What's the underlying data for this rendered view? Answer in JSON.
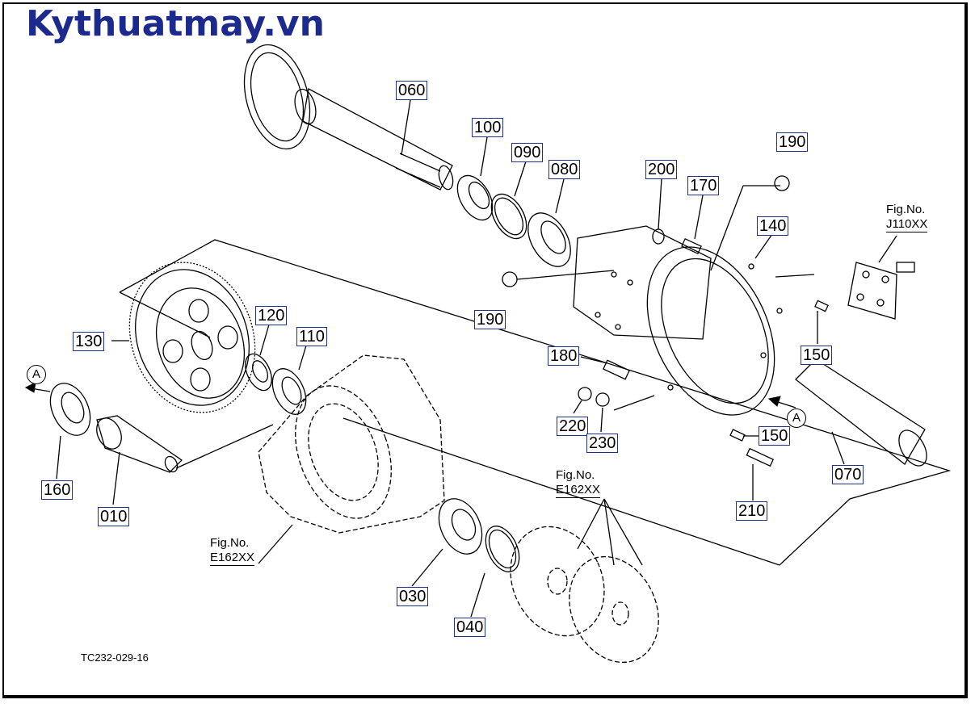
{
  "brand": "Kythuatmay.vn",
  "drawing_number": "TC232-029-16",
  "parts": [
    {
      "id": "060",
      "label": "060"
    },
    {
      "id": "100",
      "label": "100"
    },
    {
      "id": "090",
      "label": "090"
    },
    {
      "id": "080",
      "label": "080"
    },
    {
      "id": "200",
      "label": "200"
    },
    {
      "id": "190a",
      "label": "190"
    },
    {
      "id": "170",
      "label": "170"
    },
    {
      "id": "140",
      "label": "140"
    },
    {
      "id": "190b",
      "label": "190"
    },
    {
      "id": "120",
      "label": "120"
    },
    {
      "id": "110",
      "label": "110"
    },
    {
      "id": "130",
      "label": "130"
    },
    {
      "id": "180",
      "label": "180"
    },
    {
      "id": "150a",
      "label": "150"
    },
    {
      "id": "220",
      "label": "220"
    },
    {
      "id": "230",
      "label": "230"
    },
    {
      "id": "150b",
      "label": "150"
    },
    {
      "id": "070",
      "label": "070"
    },
    {
      "id": "210",
      "label": "210"
    },
    {
      "id": "160",
      "label": "160"
    },
    {
      "id": "010",
      "label": "010"
    },
    {
      "id": "030",
      "label": "030"
    },
    {
      "id": "040",
      "label": "040"
    }
  ],
  "figure_refs": [
    {
      "id": "j110",
      "line1": "Fig.No.",
      "line2": "J110XX"
    },
    {
      "id": "e162_right",
      "line1": "Fig.No.",
      "line2": "E162XX"
    },
    {
      "id": "e162_left",
      "line1": "Fig.No.",
      "line2": "E162XX"
    }
  ],
  "ref_marks": [
    {
      "id": "a_left",
      "label": "A"
    },
    {
      "id": "a_right",
      "label": "A"
    }
  ]
}
